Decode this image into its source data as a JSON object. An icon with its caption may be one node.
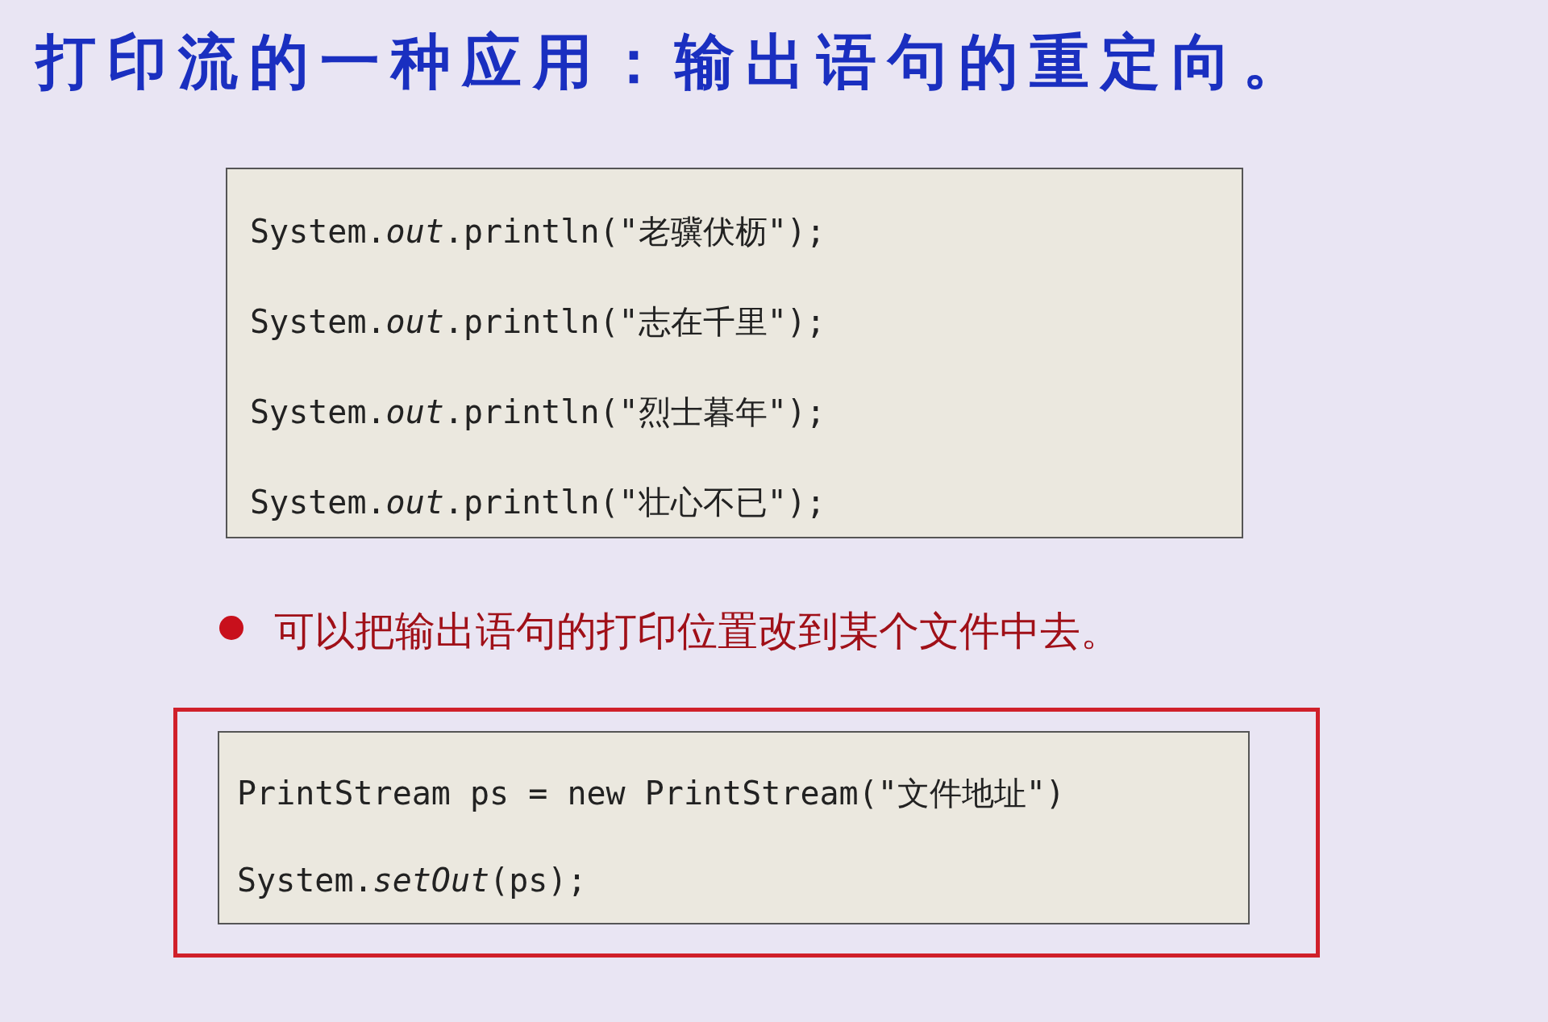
{
  "diagram": {
    "title": "打印流的一种应用：输出语句的重定向。",
    "nodes": [
      {
        "text": [
          "System.*out*.println(\"老骥伏枥\");",
          "System.*out*.println(\"志在千里\");",
          "System.*out*.println(\"烈士暮年\");",
          "System.*out*.println(\"壮心不已\");"
        ]
      },
      {
        "text": [],
        "shape": "box"
      },
      {
        "text": [
          "PrintStream ps = new PrintStream(\"文件地址\")",
          "System.*setOut*(ps);"
        ],
        "in": 1
      }
    ],
    "labels": [
      "可以把输出语句的打印位置改到某个文件中去。"
    ]
  }
}
